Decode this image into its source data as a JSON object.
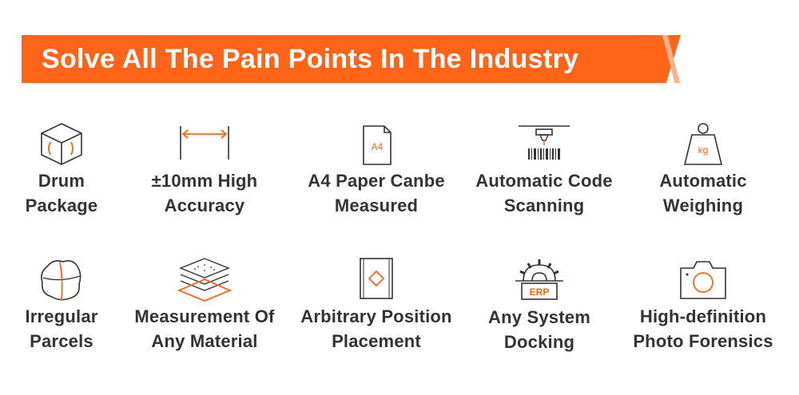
{
  "banner": {
    "title": "Solve All The Pain Points In The Industry",
    "accent_color": "#ff6418"
  },
  "features": [
    {
      "icon": "drum-package-icon",
      "line1": "Drum",
      "line2": "Package"
    },
    {
      "icon": "accuracy-ruler-icon",
      "line1": "±10mm High",
      "line2": "Accuracy"
    },
    {
      "icon": "a4-paper-icon",
      "icon_text": "A4",
      "line1": "A4 Paper Canbe",
      "line2": "Measured"
    },
    {
      "icon": "barcode-scanner-icon",
      "line1": "Automatic Code",
      "line2": "Scanning"
    },
    {
      "icon": "weight-kg-icon",
      "icon_text": "kg",
      "line1": "Automatic",
      "line2": "Weighing"
    },
    {
      "icon": "irregular-parcel-icon",
      "line1": "Irregular",
      "line2": "Parcels"
    },
    {
      "icon": "material-layers-icon",
      "line1": "Measurement Of",
      "line2": "Any Material"
    },
    {
      "icon": "position-placement-icon",
      "line1": "Arbitrary Position",
      "line2": "Placement"
    },
    {
      "icon": "erp-gear-icon",
      "icon_text": "ERP",
      "line1": "Any System",
      "line2": "Docking"
    },
    {
      "icon": "camera-icon",
      "line1": "High-definition",
      "line2": "Photo Forensics"
    }
  ]
}
